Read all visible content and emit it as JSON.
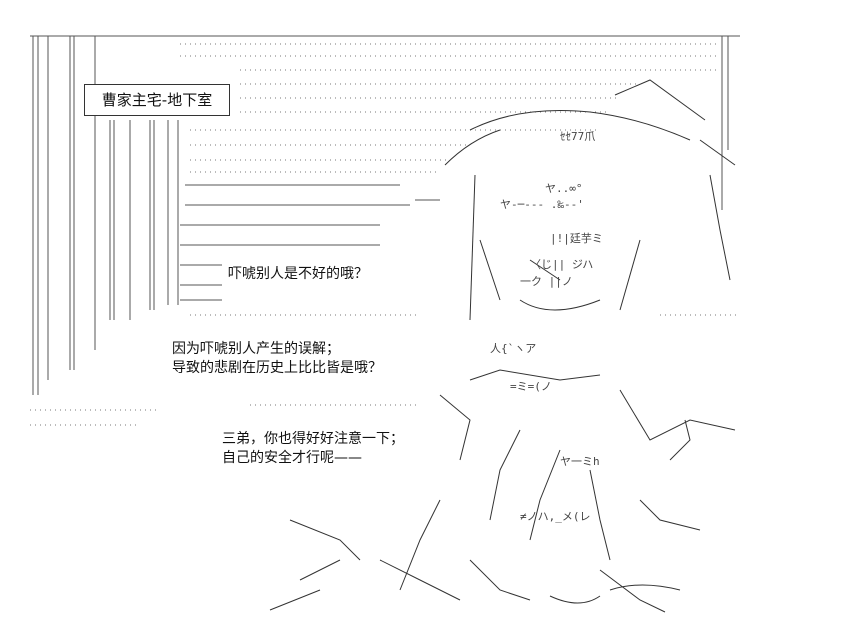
{
  "caption": "曹家主宅-地下室",
  "dialogue": {
    "line1": "吓唬别人是不好的哦？",
    "line2a": "因为吓唬别人产生的误解；",
    "line2b": "导致的悲剧在历史上比比皆是哦？",
    "line3a": "三弟，你也得好好注意一下；",
    "line3b": "自己的安全才行呢——"
  }
}
